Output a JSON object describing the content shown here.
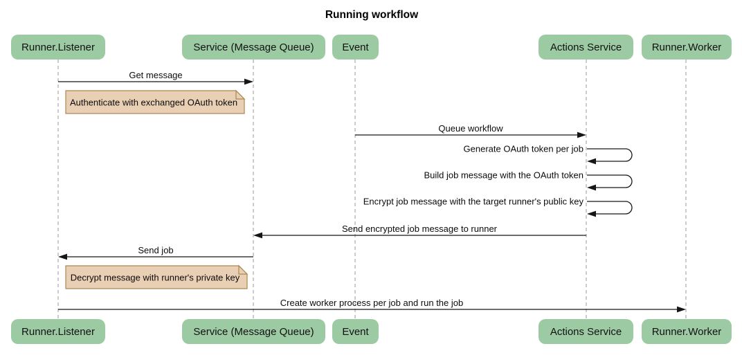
{
  "title": "Running workflow",
  "participants": [
    {
      "label": "Runner.Listener"
    },
    {
      "label": "Service (Message Queue)"
    },
    {
      "label": "Event"
    },
    {
      "label": "Actions Service"
    },
    {
      "label": "Runner.Worker"
    }
  ],
  "messages": [
    {
      "from": "Runner.Listener",
      "to": "Service (Message Queue)",
      "label": "Get message"
    },
    {
      "from": "Event",
      "to": "Actions Service",
      "label": "Queue workflow"
    },
    {
      "self": "Actions Service",
      "label": "Generate OAuth token per job"
    },
    {
      "self": "Actions Service",
      "label": "Build job message with the OAuth token"
    },
    {
      "self": "Actions Service",
      "label": "Encrypt job message with the target runner's public key"
    },
    {
      "from": "Actions Service",
      "to": "Service (Message Queue)",
      "label": "Send encrypted job message to runner"
    },
    {
      "from": "Service (Message Queue)",
      "to": "Runner.Listener",
      "label": "Send job"
    },
    {
      "from": "Runner.Listener",
      "to": "Runner.Worker",
      "label": "Create worker process per job and run the job"
    }
  ],
  "notes": [
    {
      "over": "Runner.Listener",
      "label": "Authenticate with exchanged OAuth token"
    },
    {
      "over": "Runner.Listener",
      "label": "Decrypt message with runner's private key"
    }
  ],
  "colors": {
    "participant_fill": "#9CCBA3",
    "participant_text": "#111111",
    "note_fill": "#E9CFB3",
    "note_border": "#AA8852",
    "lifeline_color": "#999999",
    "arrow_color": "#161616",
    "bg": "#ffffff"
  }
}
